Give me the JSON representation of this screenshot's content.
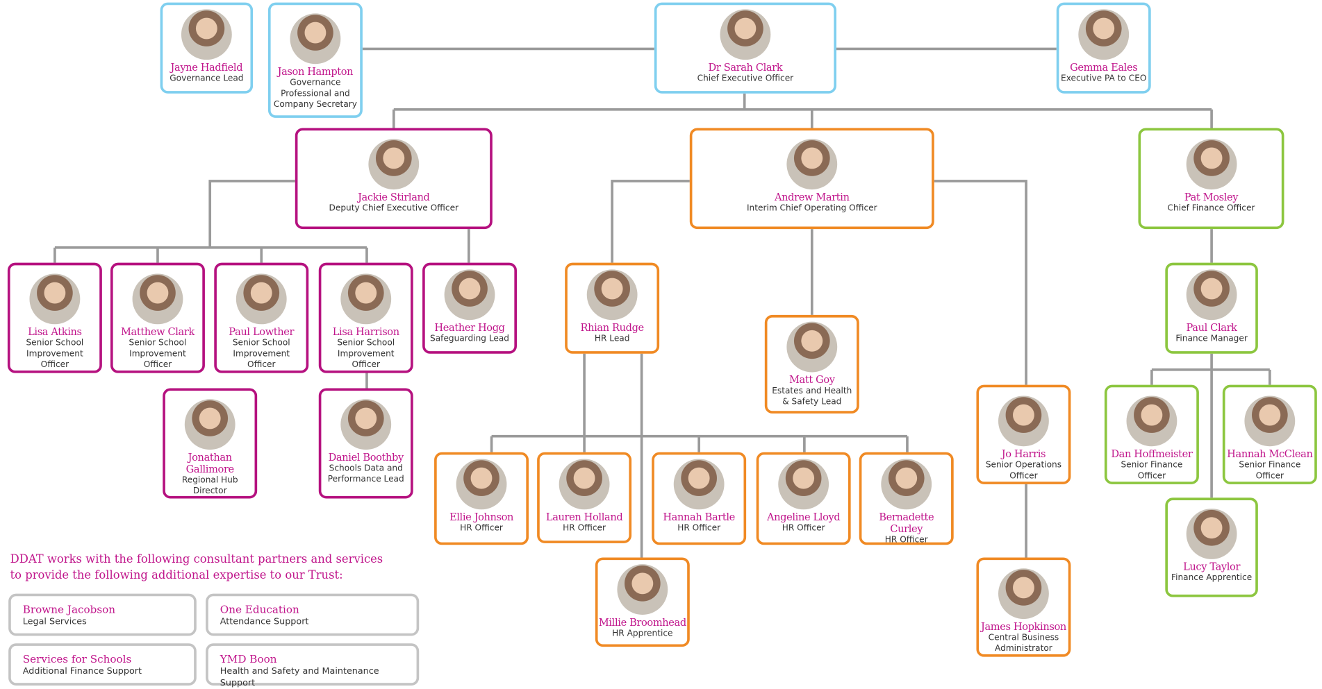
{
  "colors": {
    "governance": "#7fcfef",
    "education": "#b5117f",
    "operations": "#f08a24",
    "finance": "#8cc63f",
    "name": "#c0158b",
    "line": "#9a9a9a"
  },
  "people": [
    {
      "name": "Jayne Hadfield",
      "title": "Governance Lead",
      "group": "governance"
    },
    {
      "name": "Jason Hampton",
      "title": "Governance Professional and Company Secretary",
      "group": "governance"
    },
    {
      "name": "Dr Sarah Clark",
      "title": "Chief Executive Officer",
      "group": "governance"
    },
    {
      "name": "Gemma Eales",
      "title": "Executive PA to CEO",
      "group": "governance"
    },
    {
      "name": "Jackie Stirland",
      "title": "Deputy Chief Executive Officer",
      "group": "education"
    },
    {
      "name": "Andrew Martin",
      "title": "Interim Chief Operating Officer",
      "group": "operations"
    },
    {
      "name": "Pat Mosley",
      "title": "Chief Finance Officer",
      "group": "finance"
    },
    {
      "name": "Lisa Atkins",
      "title": "Senior School Improvement Officer",
      "group": "education"
    },
    {
      "name": "Matthew Clark",
      "title": "Senior School Improvement Officer",
      "group": "education"
    },
    {
      "name": "Paul Lowther",
      "title": "Senior School Improvement Officer",
      "group": "education"
    },
    {
      "name": "Lisa Harrison",
      "title": "Senior School Improvement Officer",
      "group": "education"
    },
    {
      "name": "Heather Hogg",
      "title": "Safeguarding Lead",
      "group": "education"
    },
    {
      "name": "Jonathan Gallimore",
      "title": "Regional Hub Director",
      "group": "education"
    },
    {
      "name": "Daniel Boothby",
      "title": "Schools Data and Performance Lead",
      "group": "education"
    },
    {
      "name": "Rhian Rudge",
      "title": "HR Lead",
      "group": "operations"
    },
    {
      "name": "Matt Goy",
      "title": "Estates and Health & Safety Lead",
      "group": "operations"
    },
    {
      "name": "Jo Harris",
      "title": "Senior Operations Officer",
      "group": "operations"
    },
    {
      "name": "James Hopkinson",
      "title": "Central Business Administrator",
      "group": "operations"
    },
    {
      "name": "Ellie Johnson",
      "title": "HR Officer",
      "group": "operations"
    },
    {
      "name": "Lauren Holland",
      "title": "HR Officer",
      "group": "operations"
    },
    {
      "name": "Hannah Bartle",
      "title": "HR Officer",
      "group": "operations"
    },
    {
      "name": "Angeline Lloyd",
      "title": "HR Officer",
      "group": "operations"
    },
    {
      "name": "Bernadette Curley",
      "title": "HR Officer",
      "group": "operations"
    },
    {
      "name": "Millie Broomhead",
      "title": "HR Apprentice",
      "group": "operations"
    },
    {
      "name": "Paul Clark",
      "title": "Finance Manager",
      "group": "finance"
    },
    {
      "name": "Dan Hoffmeister",
      "title": "Senior Finance Officer",
      "group": "finance"
    },
    {
      "name": "Hannah McClean",
      "title": "Senior Finance Officer",
      "group": "finance"
    },
    {
      "name": "Lucy Taylor",
      "title": "Finance Apprentice",
      "group": "finance"
    }
  ],
  "partners": {
    "heading_line1": "DDAT works with the following consultant partners and services",
    "heading_line2": "to provide the following additional expertise to our Trust:",
    "items": [
      {
        "name": "Browne Jacobson",
        "service": "Legal Services"
      },
      {
        "name": "One Education",
        "service": "Attendance Support"
      },
      {
        "name": "Services for Schools",
        "service": "Additional Finance Support"
      },
      {
        "name": "YMD Boon",
        "service": "Health and Safety and Maintenance Support"
      }
    ]
  }
}
